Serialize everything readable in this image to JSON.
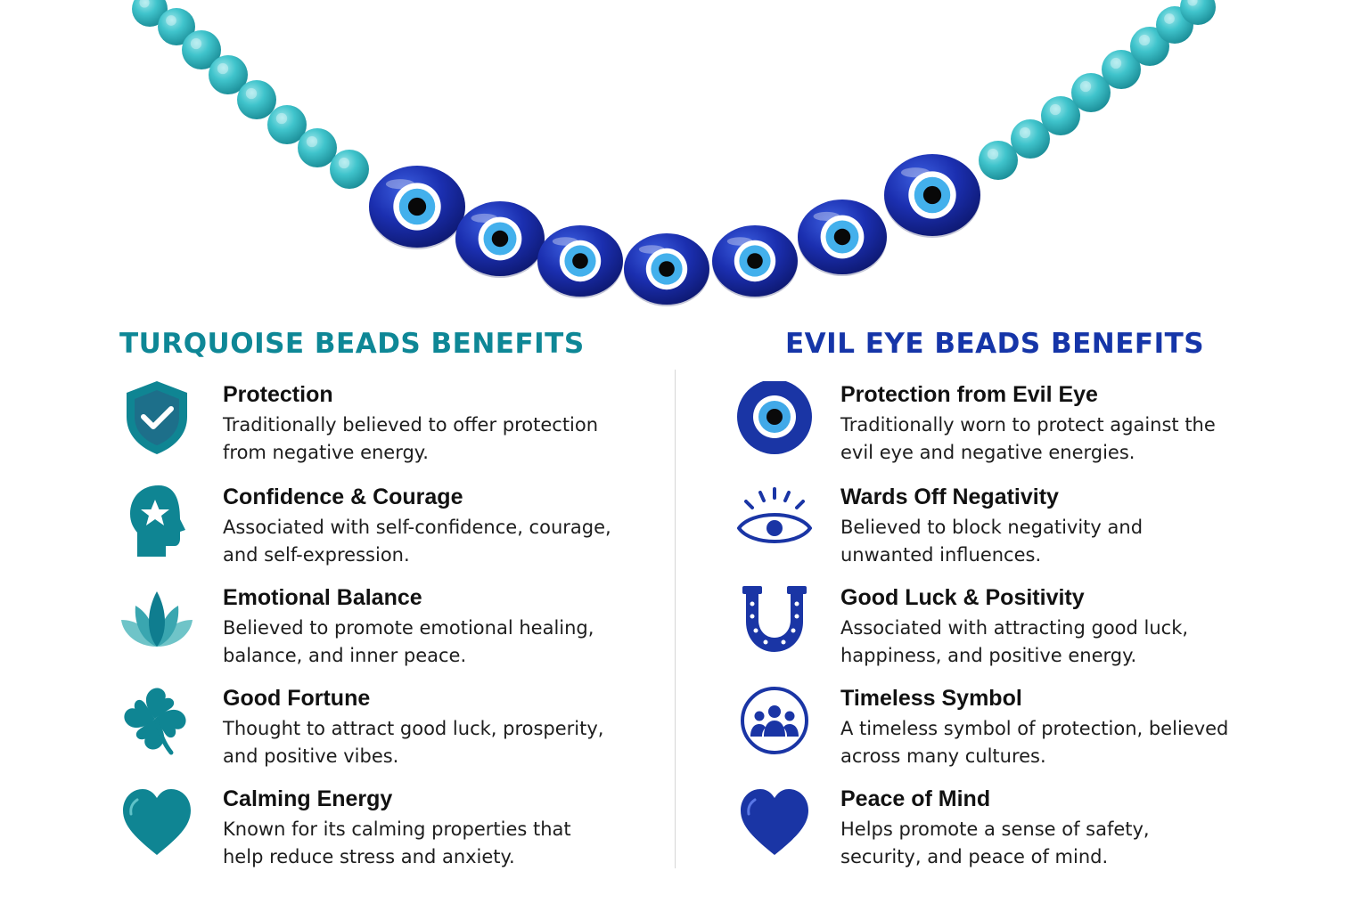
{
  "colors": {
    "turquoise_heading": "#0e8796",
    "turquoise_icon": "#0f8593",
    "turquoise_bead": "#3fc3cb",
    "evil_eye_heading": "#1535a8",
    "evil_eye_icon": "#1a35a5",
    "evil_eye_bead": "#1a2fa8"
  },
  "turquoise": {
    "title": "TURQUOISE BEADS BENEFITS",
    "items": [
      {
        "icon": "shield-check-icon",
        "title": "Protection",
        "desc": "Traditionally believed to offer protection from negative energy."
      },
      {
        "icon": "head-star-icon",
        "title": "Confidence & Courage",
        "desc": "Associated with self-confidence, courage, and self-expression."
      },
      {
        "icon": "lotus-icon",
        "title": "Emotional Balance",
        "desc": "Believed to promote emotional healing, balance, and inner peace."
      },
      {
        "icon": "clover-icon",
        "title": "Good Fortune",
        "desc": "Thought to attract good luck, prosperity, and positive vibes."
      },
      {
        "icon": "heart-icon",
        "title": "Calming Energy",
        "desc": "Known for its calming properties that help reduce stress and anxiety."
      }
    ]
  },
  "evil_eye": {
    "title": "EVIL EYE BEADS BENEFITS",
    "items": [
      {
        "icon": "evil-eye-icon",
        "title": "Protection from Evil Eye",
        "desc": "Traditionally worn to protect against the evil eye and negative energies."
      },
      {
        "icon": "eye-rays-icon",
        "title": "Wards Off Negativity",
        "desc": "Believed to block negativity and unwanted influences."
      },
      {
        "icon": "horseshoe-icon",
        "title": "Good Luck & Positivity",
        "desc": "Associated with attracting good luck, happiness, and positive energy."
      },
      {
        "icon": "people-circle-icon",
        "title": "Timeless Symbol",
        "desc": "A timeless symbol of protection, believed across many cultures."
      },
      {
        "icon": "heart-icon",
        "title": "Peace of Mind",
        "desc": "Helps promote a sense of safety, security, and peace of mind."
      }
    ]
  }
}
